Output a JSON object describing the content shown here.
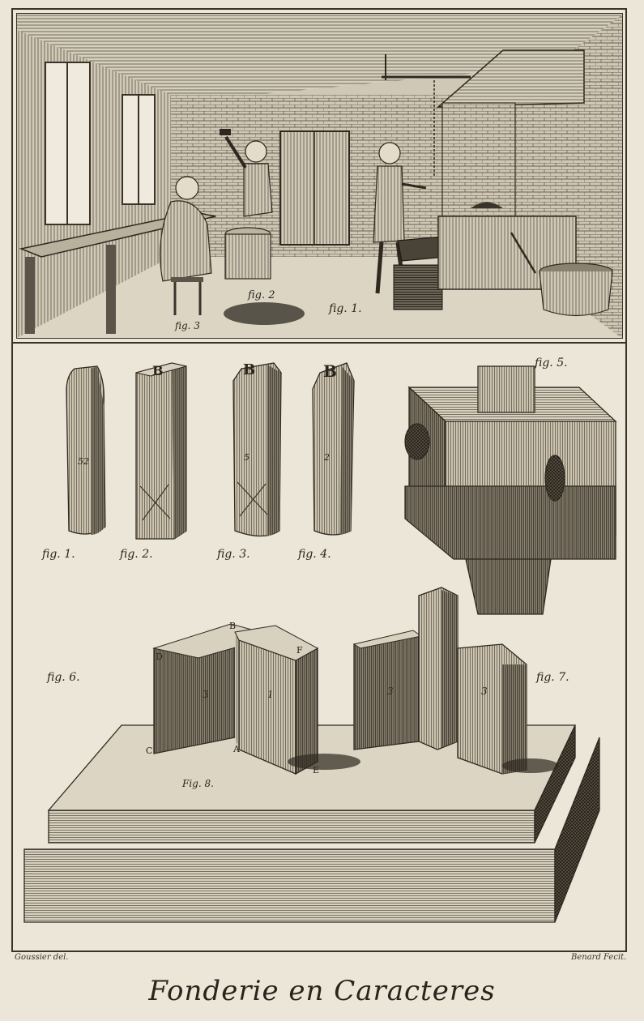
{
  "plate": {
    "title": "Fonderie en Caracteres",
    "credit_left": "Goussier del.",
    "credit_right": "Benard Fecit."
  },
  "top_panel": {
    "labels": {
      "fig1": "fig. 1.",
      "fig2": "fig. 2",
      "fig3": "fig. 3"
    }
  },
  "figures": {
    "fig1": "fig. 1.",
    "fig2": "fig. 2.",
    "fig3": "fig. 3.",
    "fig4": "fig. 4.",
    "fig5": "fig. 5.",
    "fig6": "fig. 6.",
    "fig7": "fig. 7.",
    "fig8": "Fig. 8."
  },
  "block_marks": {
    "fig1": "52",
    "fig3": "5",
    "fig4": "2",
    "punch_letter": "B",
    "fig6_letters": [
      "B",
      "D",
      "F",
      "C",
      "A",
      "E"
    ],
    "fig6_numbers": [
      "3",
      "1"
    ],
    "fig7_numbers": [
      "3",
      "3"
    ]
  }
}
